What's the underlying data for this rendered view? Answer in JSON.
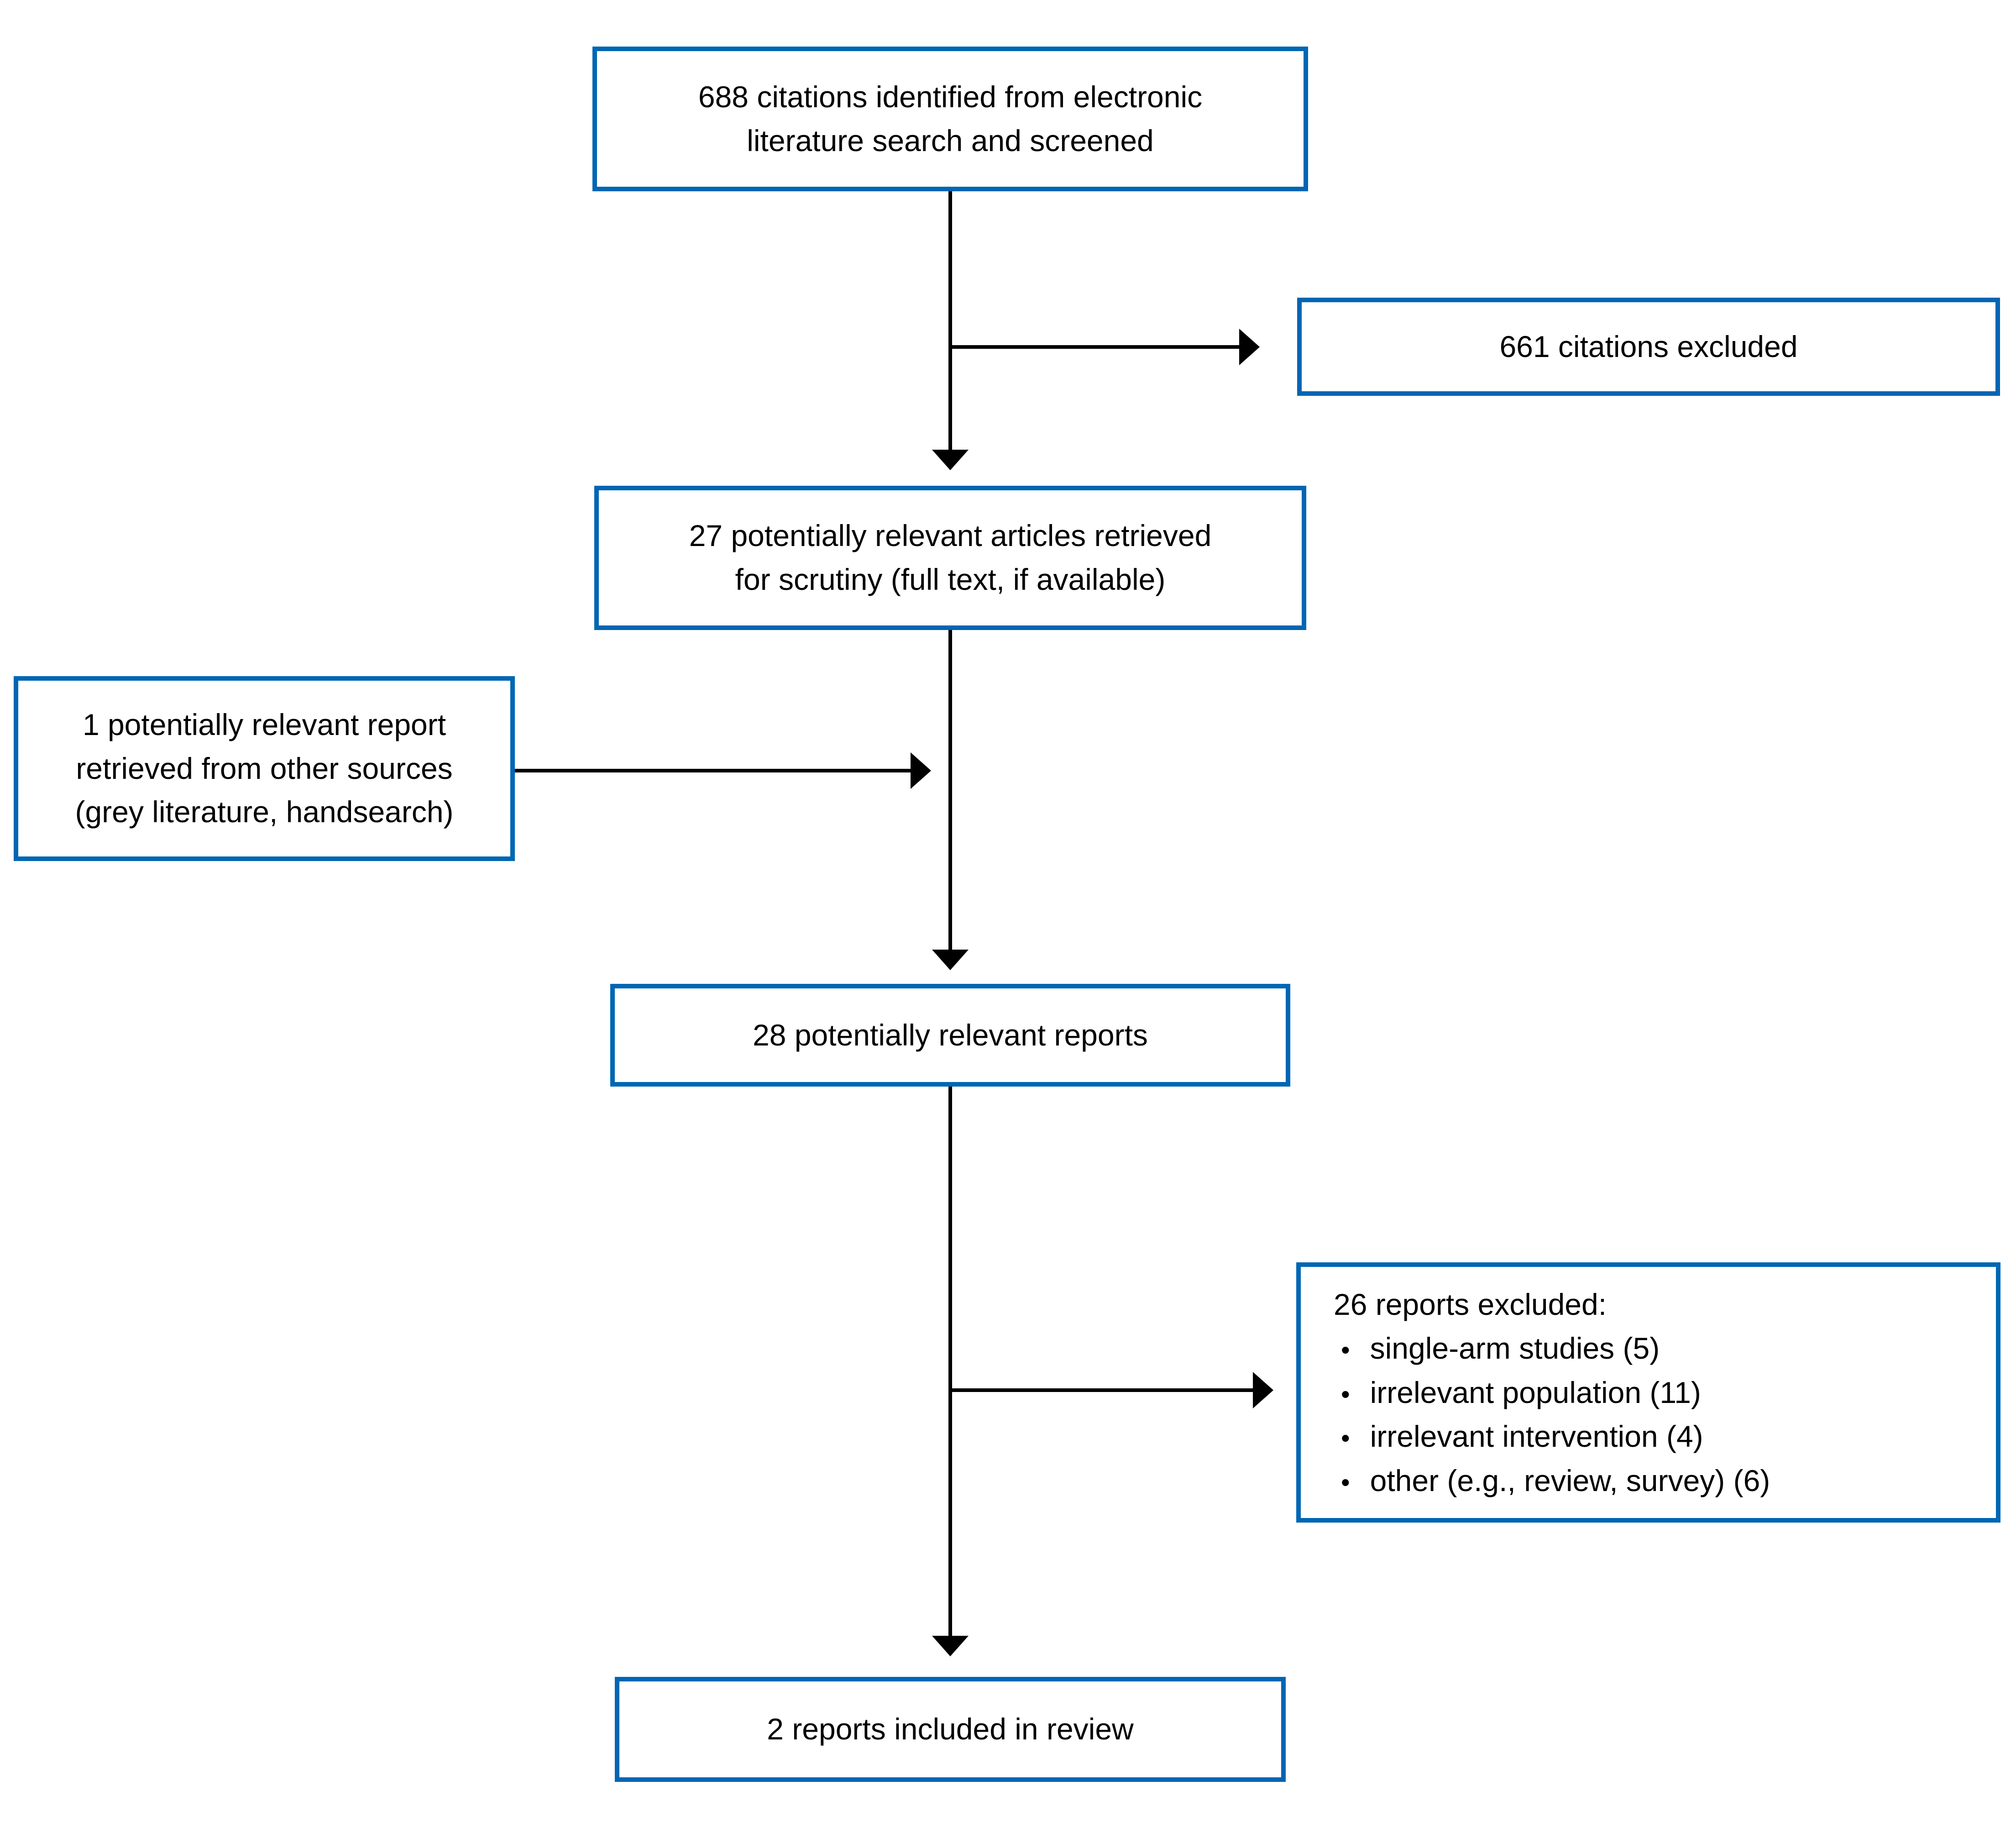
{
  "diagram": {
    "type": "flowchart",
    "colors": {
      "box_border": "#0066b3",
      "box_fill": "#ffffff",
      "arrow": "#000000",
      "text": "#000000",
      "background": "#ffffff"
    },
    "boxes": {
      "identified": {
        "lines": [
          "688 citations identified from electronic",
          "literature search and screened"
        ]
      },
      "excluded_citations": {
        "lines": [
          "661 citations excluded"
        ]
      },
      "retrieved": {
        "lines": [
          "27 potentially relevant articles retrieved",
          "for scrutiny (full text, if available)"
        ]
      },
      "other_sources": {
        "lines": [
          "1 potentially relevant report",
          "retrieved from other sources",
          "(grey literature, handsearch)"
        ]
      },
      "combined": {
        "lines": [
          "28 potentially relevant reports"
        ]
      },
      "excluded_reports": {
        "title": "26 reports excluded:",
        "bullet": "•",
        "items": [
          "single-arm studies (5)",
          "irrelevant population (11)",
          "irrelevant intervention (4)",
          "other (e.g., review, survey) (6)"
        ]
      },
      "included": {
        "lines": [
          "2 reports included in review"
        ]
      }
    }
  }
}
